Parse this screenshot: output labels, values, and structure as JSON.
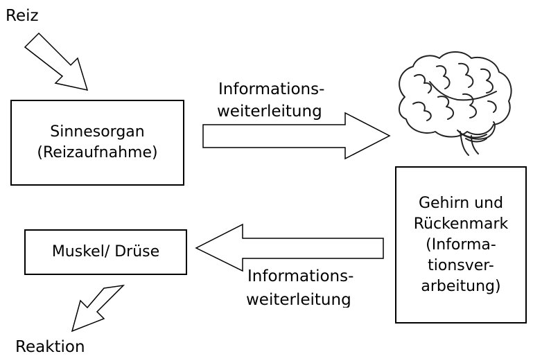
{
  "labels": {
    "stimulus": "Reiz",
    "reaction": "Reaktion"
  },
  "sense_box": {
    "line1": "Sinnesorgan",
    "line2": "(Reizaufnahme)"
  },
  "brain_box": {
    "lines": [
      "Gehirn und",
      "Rückenmark",
      "(Informa-",
      "tionsver-",
      "arbeitung)"
    ]
  },
  "effector_box": {
    "label": "Muskel/ Drüse"
  },
  "transmission_top": {
    "line1": "Informations-",
    "line2": "weiterleitung"
  },
  "transmission_bottom": {
    "line1": "Informations-",
    "line2": "weiterleitung"
  },
  "brain_image": {
    "icon": "brain-illustration",
    "color": "#222222"
  }
}
